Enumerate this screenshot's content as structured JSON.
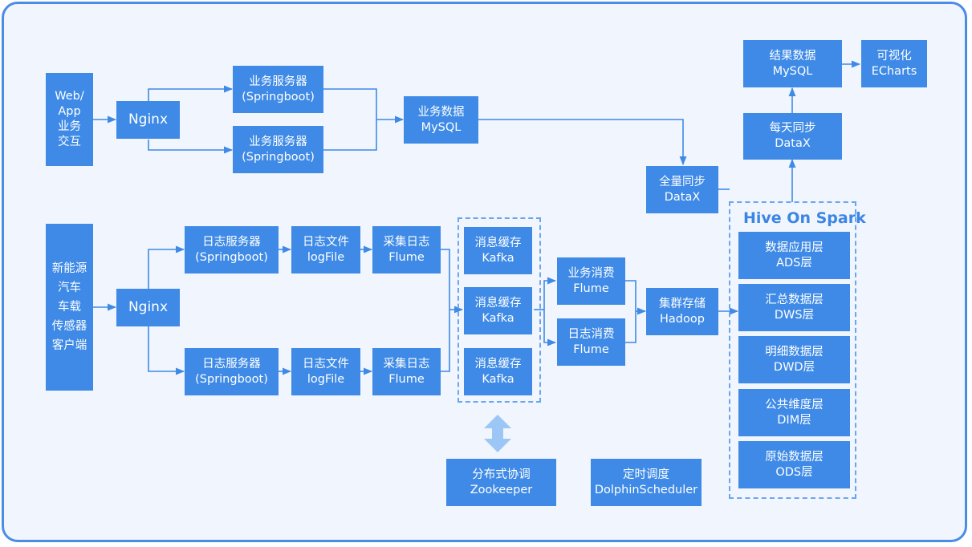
{
  "colors": {
    "box": "#3e8ae6",
    "line": "#3e8ae6",
    "frame": "#4a8de6",
    "background": "#f1f5fd",
    "dashed": "#6aa6ef",
    "sync_arrow": "#9cc6f5"
  },
  "top": {
    "client": [
      "Web/",
      "App",
      "业务",
      "交互"
    ],
    "nginx": "Nginx",
    "server1": [
      "业务服务器",
      "(Springboot)"
    ],
    "server2": [
      "业务服务器",
      "(Springboot)"
    ],
    "db": [
      "业务数据",
      "MySQL"
    ],
    "full_sync": [
      "全量同步",
      "DataX"
    ]
  },
  "bottom": {
    "client": [
      "新能源",
      "汽车",
      "车载",
      "传感器",
      "客户端"
    ],
    "nginx": "Nginx",
    "log_server1": [
      "日志服务器",
      "(Springboot)"
    ],
    "log_server2": [
      "日志服务器",
      "(Springboot)"
    ],
    "log_file1": [
      "日志文件",
      "logFile"
    ],
    "log_file2": [
      "日志文件",
      "logFile"
    ],
    "collect1": [
      "采集日志",
      "Flume"
    ],
    "collect2": [
      "采集日志",
      "Flume"
    ],
    "kafka1": [
      "消息缓存",
      "Kafka"
    ],
    "kafka2": [
      "消息缓存",
      "Kafka"
    ],
    "kafka3": [
      "消息缓存",
      "Kafka"
    ],
    "consume_biz": [
      "业务消费",
      "Flume"
    ],
    "consume_log": [
      "日志消费",
      "Flume"
    ],
    "hadoop": [
      "集群存储",
      "Hadoop"
    ]
  },
  "hive": {
    "title": "Hive On Spark",
    "layers": [
      [
        "数据应用层",
        "ADS层"
      ],
      [
        "汇总数据层",
        "DWS层"
      ],
      [
        "明细数据层",
        "DWD层"
      ],
      [
        "公共维度层",
        "DIM层"
      ],
      [
        "原始数据层",
        "ODS层"
      ]
    ]
  },
  "daily_sync": [
    "每天同步",
    "DataX"
  ],
  "result_db": [
    "结果数据",
    "MySQL"
  ],
  "visual": [
    "可视化",
    "ECharts"
  ],
  "zookeeper": [
    "分布式协调",
    "Zookeeper"
  ],
  "scheduler": [
    "定时调度",
    "DolphinScheduler"
  ]
}
